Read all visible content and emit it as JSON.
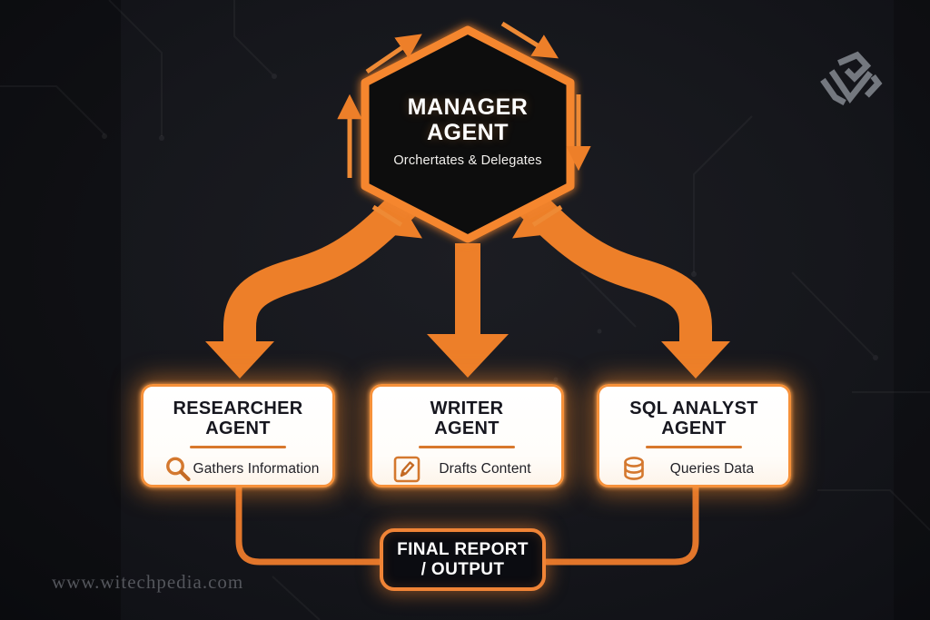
{
  "manager": {
    "title_line1": "MANAGER",
    "title_line2": "AGENT",
    "subtitle": "Orchertates & Delegates"
  },
  "agents": [
    {
      "title_line1": "RESEARCHER",
      "title_line2": "AGENT",
      "subtitle": "Gathers Information",
      "icon": "magnifier-icon"
    },
    {
      "title_line1": "WRITER",
      "title_line2": "AGENT",
      "subtitle": "Drafts Content",
      "icon": "pencil-icon"
    },
    {
      "title_line1": "SQL ANALYST",
      "title_line2": "AGENT",
      "subtitle": "Queries Data",
      "icon": "database-icon"
    }
  ],
  "output": {
    "title_line1": "FINAL REPORT",
    "title_line2": "/ OUTPUT"
  },
  "watermark": "www.witechpedia.com",
  "colors": {
    "accent_orange": "#ED7F29",
    "box_border_orange": "#F6913A",
    "divider_orange": "#D8782D",
    "background_dark": "#15161B",
    "box_background": "#FFFFFF",
    "final_box_background": "#0B0C11",
    "title_text_dark": "#17171F",
    "title_text_light": "#FFFFFF",
    "watermark_gray": "#54565C",
    "logo_gray": "#74787F"
  }
}
